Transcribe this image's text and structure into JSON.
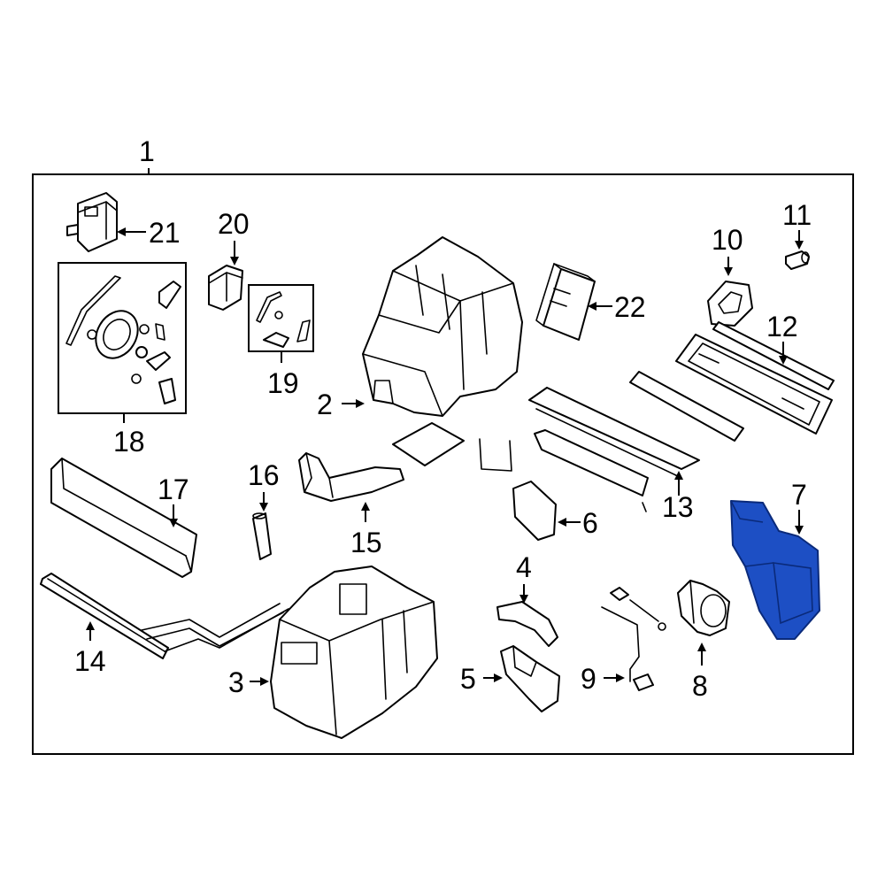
{
  "diagram": {
    "highlight_color": "#1d4fc4",
    "highlighted_part": "7",
    "callouts": {
      "c1": "1",
      "c2": "2",
      "c3": "3",
      "c4": "4",
      "c5": "5",
      "c6": "6",
      "c7": "7",
      "c8": "8",
      "c9": "9",
      "c10": "10",
      "c11": "11",
      "c12": "12",
      "c13": "13",
      "c14": "14",
      "c15": "15",
      "c16": "16",
      "c17": "17",
      "c18": "18",
      "c19": "19",
      "c20": "20",
      "c21": "21",
      "c22": "22"
    }
  }
}
